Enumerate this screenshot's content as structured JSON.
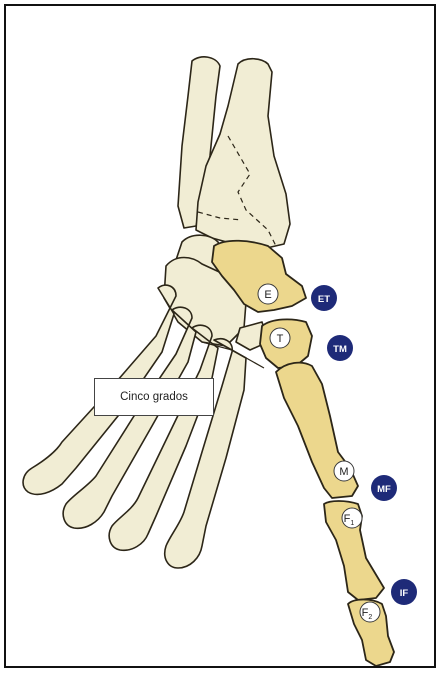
{
  "note": {
    "text": "Cinco grados"
  },
  "bone_labels": [
    {
      "key": "E",
      "text": "E"
    },
    {
      "key": "T",
      "text": "T"
    },
    {
      "key": "M",
      "text": "M"
    },
    {
      "key": "F1",
      "text": "F",
      "sub": "1"
    },
    {
      "key": "F2",
      "text": "F",
      "sub": "2"
    }
  ],
  "joint_badges": [
    "ET",
    "TM",
    "MF",
    "IF"
  ],
  "colors": {
    "bone": "#f1edd4",
    "highlighted_bone": "#ecd78d",
    "badge": "#1e2a78",
    "outline": "#2c2618"
  }
}
